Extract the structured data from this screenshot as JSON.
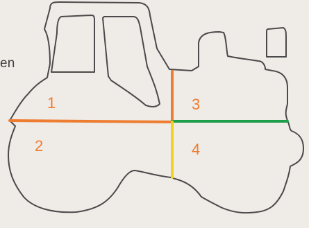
{
  "page": {
    "cut_off_text": "en",
    "background_color": "#efebe7"
  },
  "diagram": {
    "outline_color": "#4a4a4a",
    "regions": [
      {
        "id": 1,
        "label": "1",
        "color": "#ed7d31"
      },
      {
        "id": 2,
        "label": "2",
        "color": "#ed7d31"
      },
      {
        "id": 3,
        "label": "3",
        "color": "#ed7d31"
      },
      {
        "id": 4,
        "label": "4",
        "color": "#ed7d31"
      }
    ],
    "dividers": [
      {
        "name": "horizontal-left-divider",
        "color": "#ed7d31"
      },
      {
        "name": "vertical-top-divider",
        "color": "#ed7d31"
      },
      {
        "name": "horizontal-right-divider",
        "color": "#1e9e4a"
      },
      {
        "name": "vertical-bottom-divider",
        "color": "#f2d21b"
      }
    ]
  }
}
